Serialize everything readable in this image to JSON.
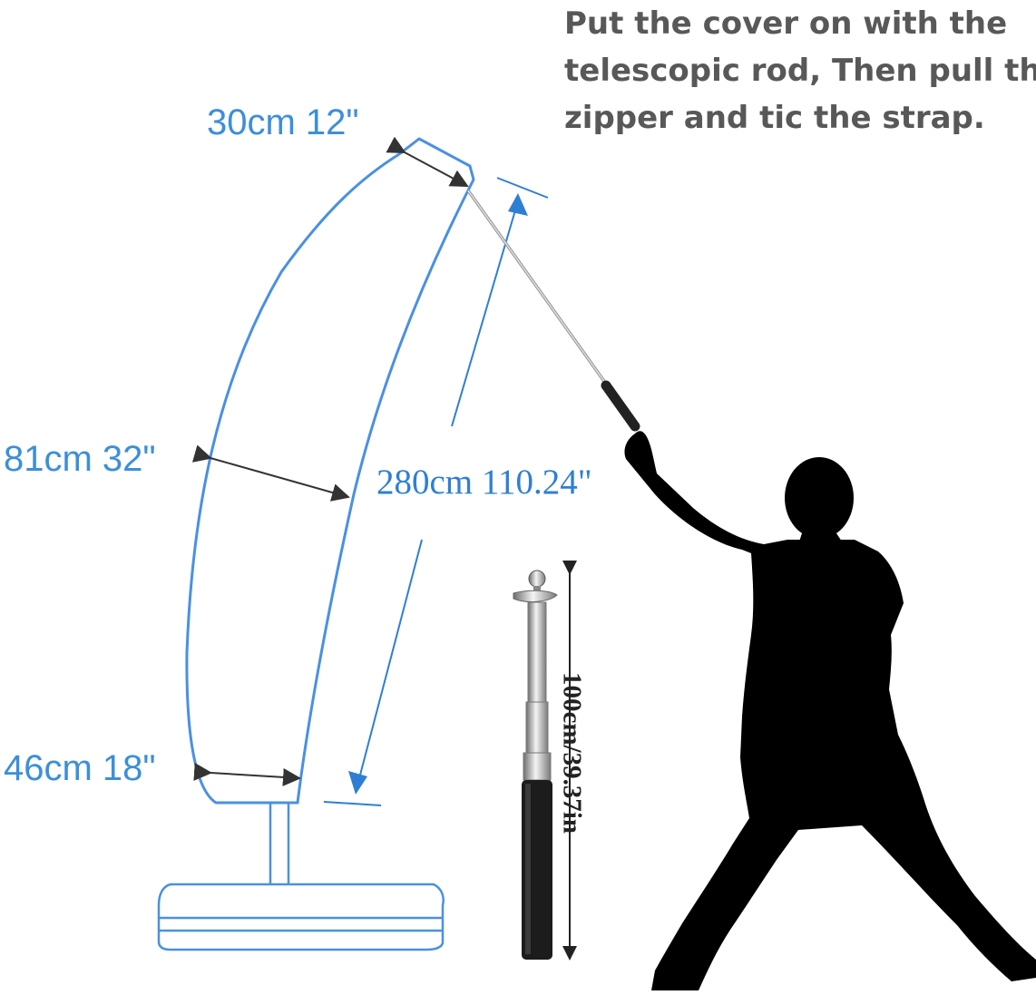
{
  "instructions": {
    "line1": "Put the cover on with the",
    "line2": "telescopic rod, Then pull the",
    "line3": "zipper and tic the strap."
  },
  "dimensions": {
    "top": "30cm  12\"",
    "middle": "81cm  32\"",
    "bottom": "46cm  18\"",
    "height": "280cm 110.24\""
  },
  "rod": {
    "length": "100cm/39.37in"
  },
  "colors": {
    "outline": "#4a90e2",
    "arrow": "#2e7fd3",
    "silhouette": "#000000",
    "text": "#585858"
  }
}
